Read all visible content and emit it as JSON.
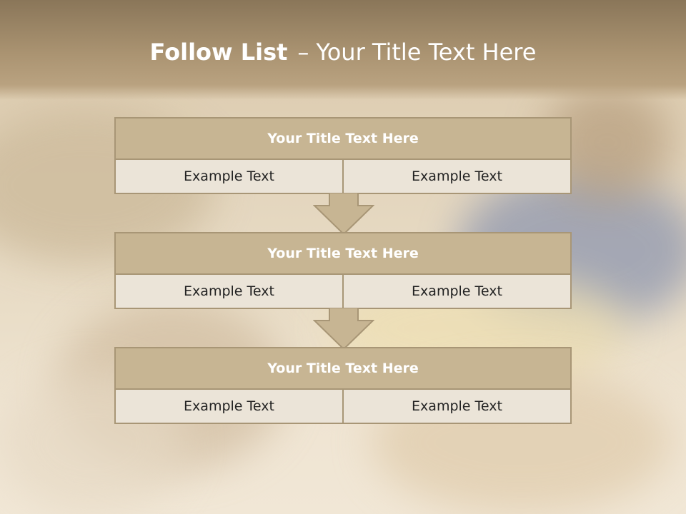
{
  "slide": {
    "title": {
      "bold": "Follow List",
      "dash": "–",
      "rest": "Your Title Text Here"
    },
    "blocks": [
      {
        "title": "Your Title Text Here",
        "left": "Example Text",
        "right": "Example Text"
      },
      {
        "title": "Your Title Text Here",
        "left": "Example Text",
        "right": "Example Text"
      },
      {
        "title": "Your Title Text Here",
        "left": "Example Text",
        "right": "Example Text"
      }
    ]
  },
  "colors": {
    "header_band": "#a18a68",
    "block_title_fill": "#c7b593",
    "block_row_fill": "#ebe4d8",
    "border": "#a89676",
    "arrow_fill": "#c7b593"
  }
}
